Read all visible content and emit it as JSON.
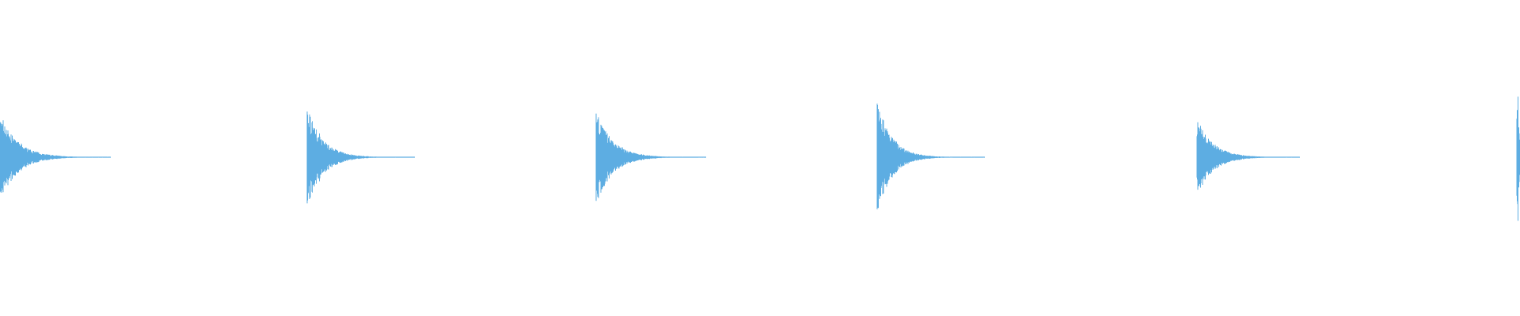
{
  "waveform": {
    "color": "#5DADE2",
    "background": "#FFFFFF",
    "transients": [
      {
        "peak": 0.62,
        "decay": 0.45
      },
      {
        "peak": 0.74,
        "decay": 0.4
      },
      {
        "peak": 0.68,
        "decay": 0.42
      },
      {
        "peak": 0.82,
        "decay": 0.38
      },
      {
        "peak": 0.55,
        "decay": 0.44
      },
      {
        "peak": 0.95,
        "decay": 0.2
      }
    ]
  }
}
